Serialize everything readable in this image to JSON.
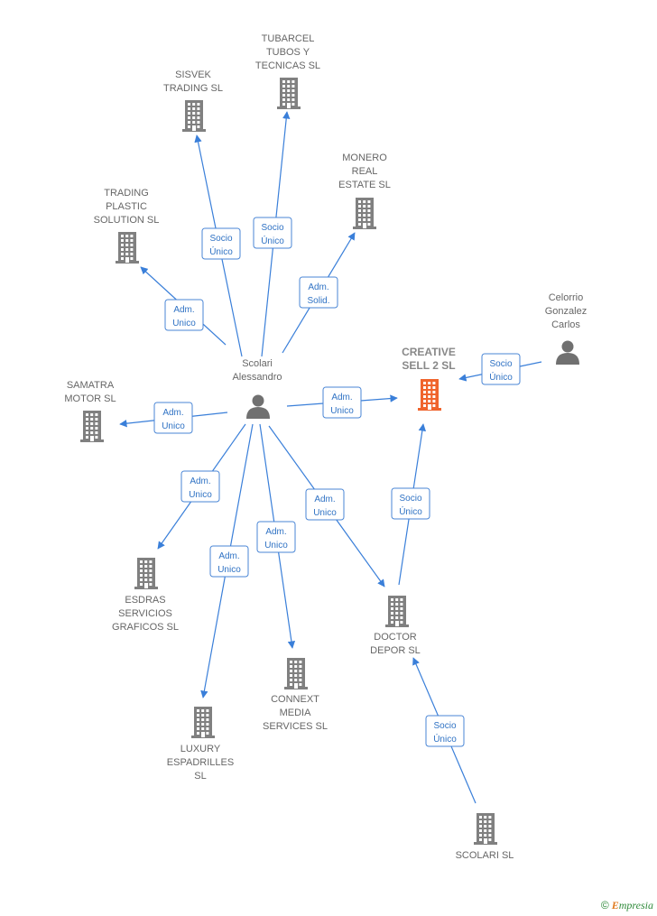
{
  "colors": {
    "company": "#808080",
    "focus_company": "#f0642d",
    "person": "#707070",
    "edge": "#3a7fd9",
    "role_text": "#2f72c4"
  },
  "nodes": [
    {
      "id": "tubarcel",
      "kind": "company",
      "icon": "building-icon",
      "lines": [
        "TUBARCEL",
        "TUBOS Y",
        "TECNICAS  SL"
      ]
    },
    {
      "id": "sisvek",
      "kind": "company",
      "icon": "building-icon",
      "lines": [
        "SISVEK",
        "TRADING  SL"
      ]
    },
    {
      "id": "monero",
      "kind": "company",
      "icon": "building-icon",
      "lines": [
        "MONERO",
        "REAL",
        "ESTATE  SL"
      ]
    },
    {
      "id": "trading_plastic",
      "kind": "company",
      "icon": "building-icon",
      "lines": [
        "TRADING",
        "PLASTIC",
        "SOLUTION  SL"
      ]
    },
    {
      "id": "celorrio",
      "kind": "person",
      "icon": "person-icon",
      "lines": [
        "Celorrio",
        "Gonzalez",
        "Carlos"
      ]
    },
    {
      "id": "scolari_alessandro",
      "kind": "person",
      "icon": "person-icon",
      "lines": [
        "Scolari",
        "Alessandro"
      ]
    },
    {
      "id": "creative_sell",
      "kind": "company",
      "icon": "building-icon",
      "focus": true,
      "lines": [
        "CREATIVE",
        "SELL 2  SL"
      ]
    },
    {
      "id": "samatra",
      "kind": "company",
      "icon": "building-icon",
      "lines": [
        "SAMATRA",
        "MOTOR  SL"
      ]
    },
    {
      "id": "esdras",
      "kind": "company",
      "icon": "building-icon",
      "lines": [
        "ESDRAS",
        "SERVICIOS",
        "GRAFICOS  SL"
      ]
    },
    {
      "id": "doctor_depor",
      "kind": "company",
      "icon": "building-icon",
      "lines": [
        "DOCTOR",
        "DEPOR  SL"
      ]
    },
    {
      "id": "connext",
      "kind": "company",
      "icon": "building-icon",
      "lines": [
        "CONNEXT",
        "MEDIA",
        "SERVICES  SL"
      ]
    },
    {
      "id": "luxury",
      "kind": "company",
      "icon": "building-icon",
      "lines": [
        "LUXURY",
        "ESPADRILLES",
        "SL"
      ]
    },
    {
      "id": "scolari_sl",
      "kind": "company",
      "icon": "building-icon",
      "lines": [
        "SCOLARI  SL"
      ]
    }
  ],
  "edges": [
    {
      "from": "scolari_alessandro",
      "to": "sisvek",
      "role": [
        "Socio",
        "Único"
      ]
    },
    {
      "from": "scolari_alessandro",
      "to": "tubarcel",
      "role": [
        "Socio",
        "Único"
      ]
    },
    {
      "from": "scolari_alessandro",
      "to": "monero",
      "role": [
        "Adm.",
        "Solid."
      ]
    },
    {
      "from": "scolari_alessandro",
      "to": "trading_plastic",
      "role": [
        "Adm.",
        "Unico"
      ]
    },
    {
      "from": "scolari_alessandro",
      "to": "samatra",
      "role": [
        "Adm.",
        "Unico"
      ]
    },
    {
      "from": "scolari_alessandro",
      "to": "creative_sell",
      "role": [
        "Adm.",
        "Unico"
      ]
    },
    {
      "from": "celorrio",
      "to": "creative_sell",
      "role": [
        "Socio",
        "Único"
      ]
    },
    {
      "from": "scolari_alessandro",
      "to": "esdras",
      "role": [
        "Adm.",
        "Unico"
      ]
    },
    {
      "from": "scolari_alessandro",
      "to": "luxury",
      "role": [
        "Adm.",
        "Unico"
      ]
    },
    {
      "from": "scolari_alessandro",
      "to": "connext",
      "role": [
        "Adm.",
        "Unico"
      ]
    },
    {
      "from": "scolari_alessandro",
      "to": "doctor_depor",
      "role": [
        "Adm.",
        "Unico"
      ]
    },
    {
      "from": "doctor_depor",
      "to": "creative_sell",
      "role": [
        "Socio",
        "Único"
      ]
    },
    {
      "from": "scolari_sl",
      "to": "doctor_depor",
      "role": [
        "Socio",
        "Único"
      ]
    }
  ],
  "footer": {
    "copyright_symbol": "©",
    "brand_initial": "E",
    "brand_rest": "mpresia"
  }
}
